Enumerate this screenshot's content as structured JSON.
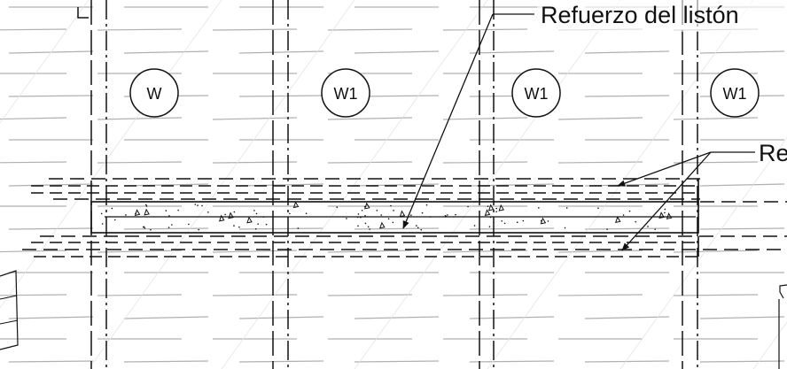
{
  "drawing": {
    "annotations": {
      "top_callout": "Refuerzo del listón",
      "right_callout": "Re"
    },
    "wall_tags": [
      "W",
      "W1",
      "W1",
      "W1"
    ],
    "colors": {
      "line": "#111111",
      "hatch": "#b0b0b0",
      "background": "#ffffff"
    }
  }
}
